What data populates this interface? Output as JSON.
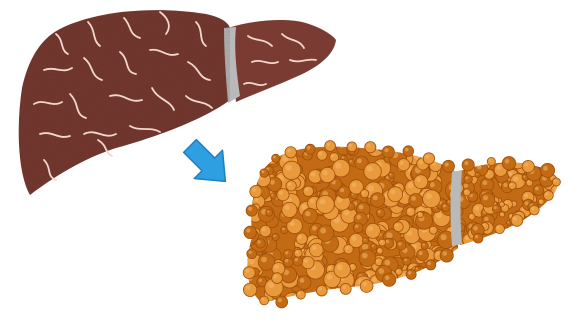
{
  "figure": {
    "panels": [
      {
        "id": "healthy-liver",
        "icon": "liver-healthy-illustration",
        "color": "#7a3b32",
        "ligament_color": "#b9b9b9",
        "scar_color": "#f2d8cc"
      },
      {
        "id": "cirrhotic-liver",
        "icon": "liver-cirrhotic-illustration",
        "color": "#c26a14",
        "nodule_light": "#e89a3c",
        "nodule_dark": "#a04e08",
        "ligament_color": "#b9b9b9"
      }
    ],
    "arrow": {
      "icon": "arrow-down-right-icon",
      "color": "#2e9fe0",
      "edge": "#1c7fc0"
    }
  }
}
